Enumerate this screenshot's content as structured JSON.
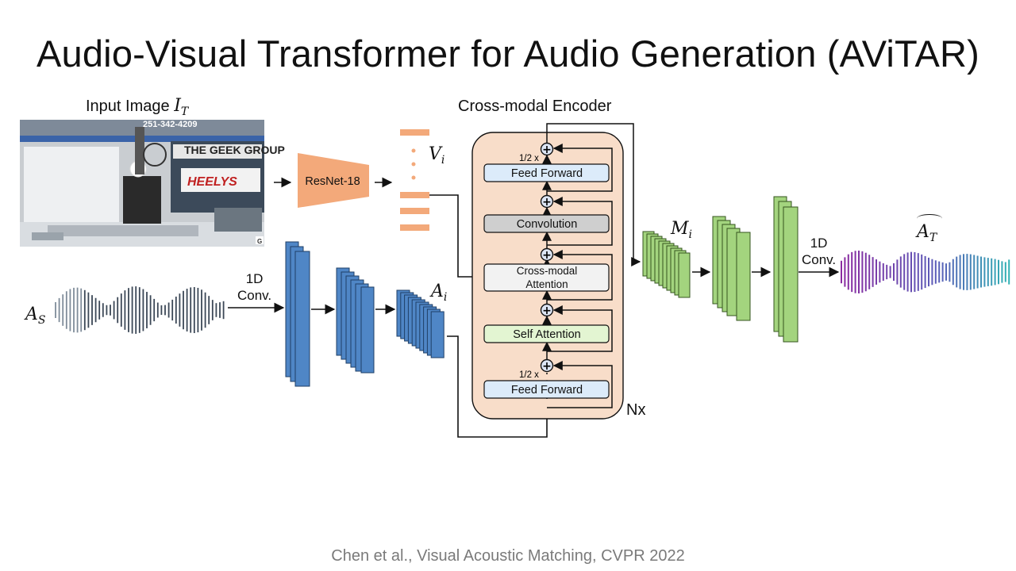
{
  "title": "Audio-Visual Transformer for Audio Generation (AViTAR)",
  "citation": "Chen et al., Visual Acoustic Matching, CVPR 2022",
  "input_image": {
    "label": "Input Image",
    "symbol": "I",
    "subscript": "T",
    "photo_text": {
      "banner": "THE GEEK GROUP",
      "brand": "HEELYS",
      "phone": "251-342-4209",
      "badge": "G"
    }
  },
  "resnet": {
    "label": "ResNet-18"
  },
  "visual_feature": {
    "symbol": "V",
    "subscript": "i"
  },
  "audio_source": {
    "symbol": "A",
    "subscript": "S"
  },
  "conv_left": {
    "line1": "1D",
    "line2": "Conv."
  },
  "audio_feature": {
    "symbol": "A",
    "subscript": "i"
  },
  "encoder": {
    "title": "Cross-modal Encoder",
    "repeat": "Nx",
    "half_top": "1/2 x",
    "half_bottom": "1/2 x",
    "blocks": {
      "feed_forward_top": "Feed Forward",
      "convolution": "Convolution",
      "cross_attention_line1": "Cross-modal",
      "cross_attention_line2": "Attention",
      "self_attention": "Self Attention",
      "feed_forward_bottom": "Feed Forward"
    },
    "plus": "+"
  },
  "mid_feature": {
    "symbol": "M",
    "subscript": "i"
  },
  "conv_right": {
    "line1": "1D",
    "line2": "Conv."
  },
  "audio_target": {
    "symbol": "A",
    "subscript": "T"
  },
  "colors": {
    "encoder_fill": "#f8ddc9",
    "visual_orange": "#f3a97a",
    "audio_blue": "#4f86c6",
    "green": "#a3d47e",
    "ff_blue": "#dcebfa",
    "conv_gray": "#cfcfcf",
    "attn_light": "#f2f2f2",
    "self_green": "#e3f5d2"
  }
}
